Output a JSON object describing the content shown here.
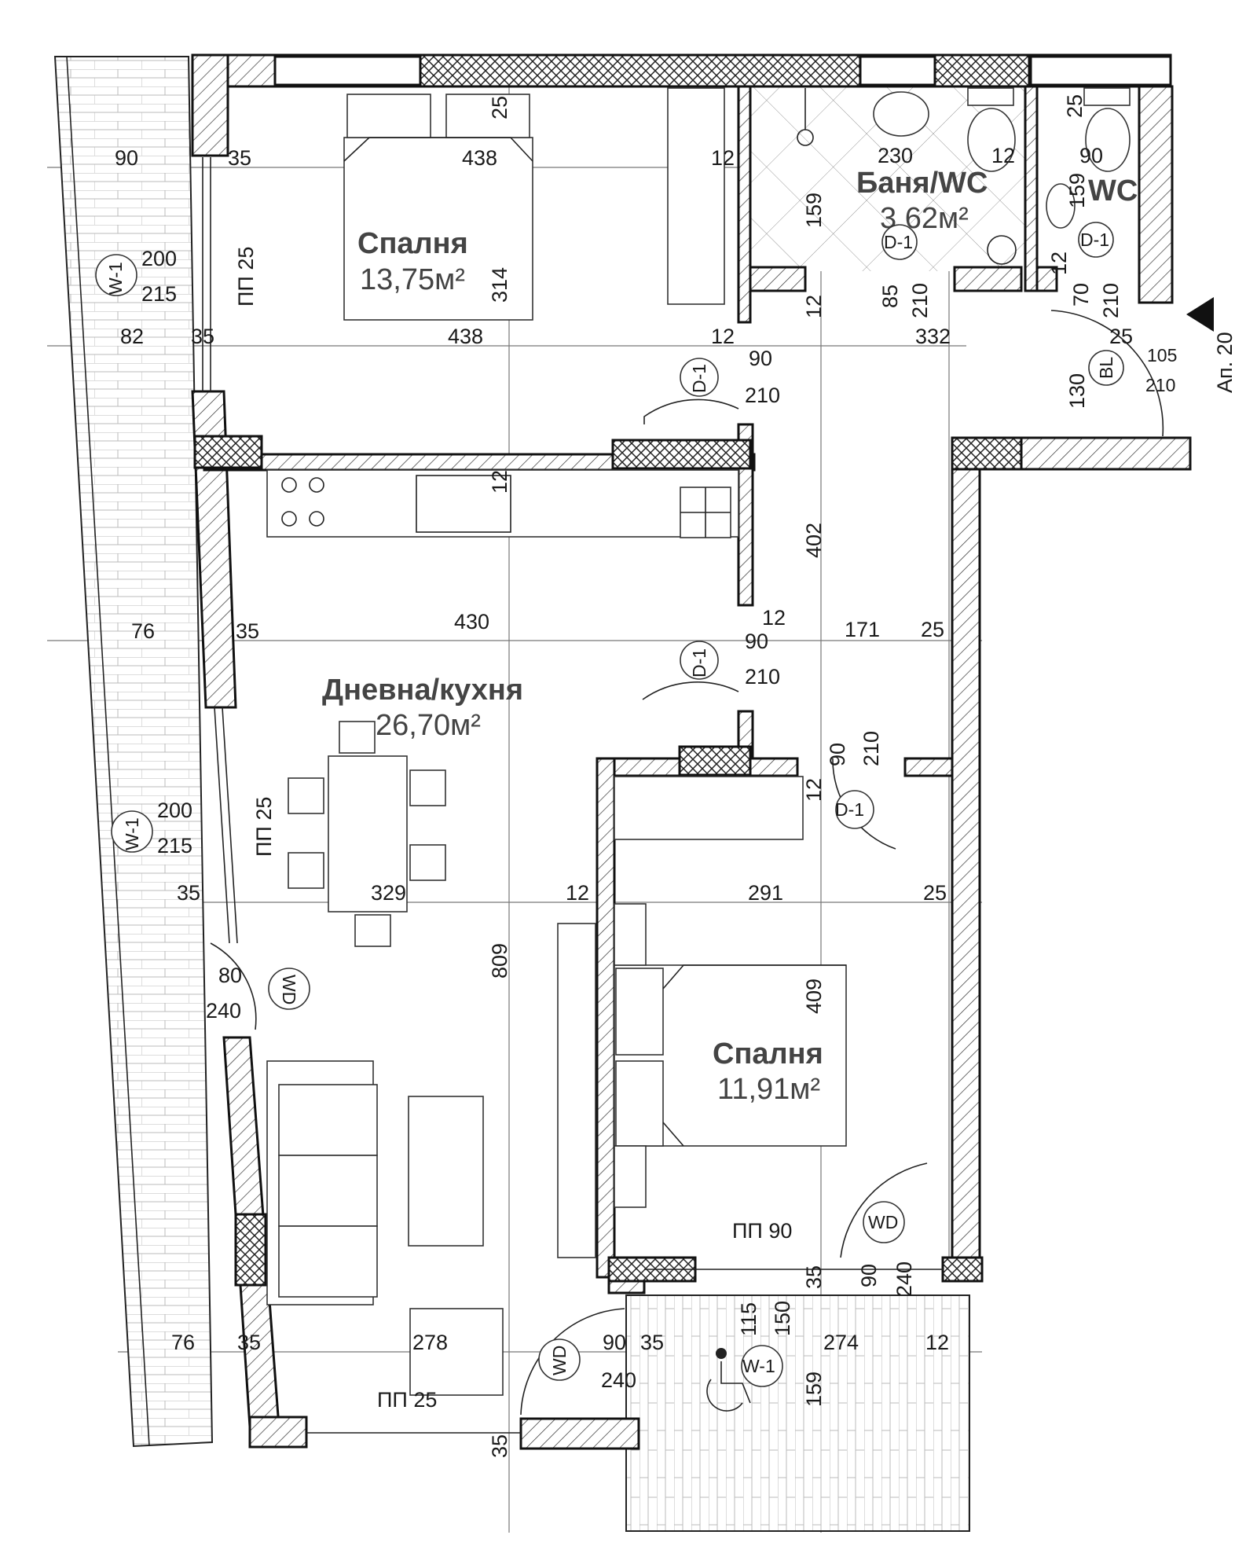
{
  "rooms": {
    "bedroom1": {
      "name": "Спалня",
      "area": "13,75м²"
    },
    "bath": {
      "name": "Баня/WC",
      "area": "3,62м²"
    },
    "wc": {
      "name": "WC"
    },
    "living": {
      "name": "Дневна/кухня",
      "area": "26,70м²"
    },
    "bedroom2": {
      "name": "Спалня",
      "area": "11,91м²"
    }
  },
  "apartment_label": "Ап. 20",
  "door_tags": {
    "d1": "D-1",
    "wd": "WD",
    "w1": "W-1",
    "bl": "BL"
  },
  "dims": {
    "t90": "90",
    "t35": "35",
    "t438a": "438",
    "t12a": "12",
    "t230": "230",
    "t12b": "12",
    "t90b": "90",
    "t25top": "25",
    "t25top2": "25",
    "t159a": "159",
    "t159b": "159",
    "t314": "314",
    "tpp25a": "ПП 25",
    "t200a": "200",
    "t215a": "215",
    "t85": "85",
    "t210a": "210",
    "t12c": "12",
    "t70": "70",
    "t210b": "210",
    "t12d": "12",
    "t82": "82",
    "t35b": "35",
    "t438b": "438",
    "t12e": "12",
    "t90c": "90",
    "t210c": "210",
    "t332": "332",
    "t25b": "25",
    "t105": "105",
    "t210d": "210",
    "t130": "130",
    "t12f": "12",
    "t402": "402",
    "t76a": "76",
    "t35c": "35",
    "t430": "430",
    "t12g": "12",
    "t90d": "90",
    "t210e": "210",
    "t171": "171",
    "t25c": "25",
    "t90e": "90",
    "t210f": "210",
    "t12h": "12",
    "t200b": "200",
    "t215b": "215",
    "tpp25b": "ПП 25",
    "t35d": "35",
    "t329": "329",
    "t12i": "12",
    "t291": "291",
    "t25d": "25",
    "t809": "809",
    "t80": "80",
    "t240a": "240",
    "t409": "409",
    "tpp90": "ПП 90",
    "t35e": "35",
    "t90f": "90",
    "t240b": "240",
    "t115": "115",
    "t150": "150",
    "t76b": "76",
    "t35f": "35",
    "t278": "278",
    "t90g": "90",
    "t35g": "35",
    "t274": "274",
    "t12j": "12",
    "t240c": "240",
    "t159c": "159",
    "tpp_bottom": "ПП 25",
    "t35h": "35"
  }
}
